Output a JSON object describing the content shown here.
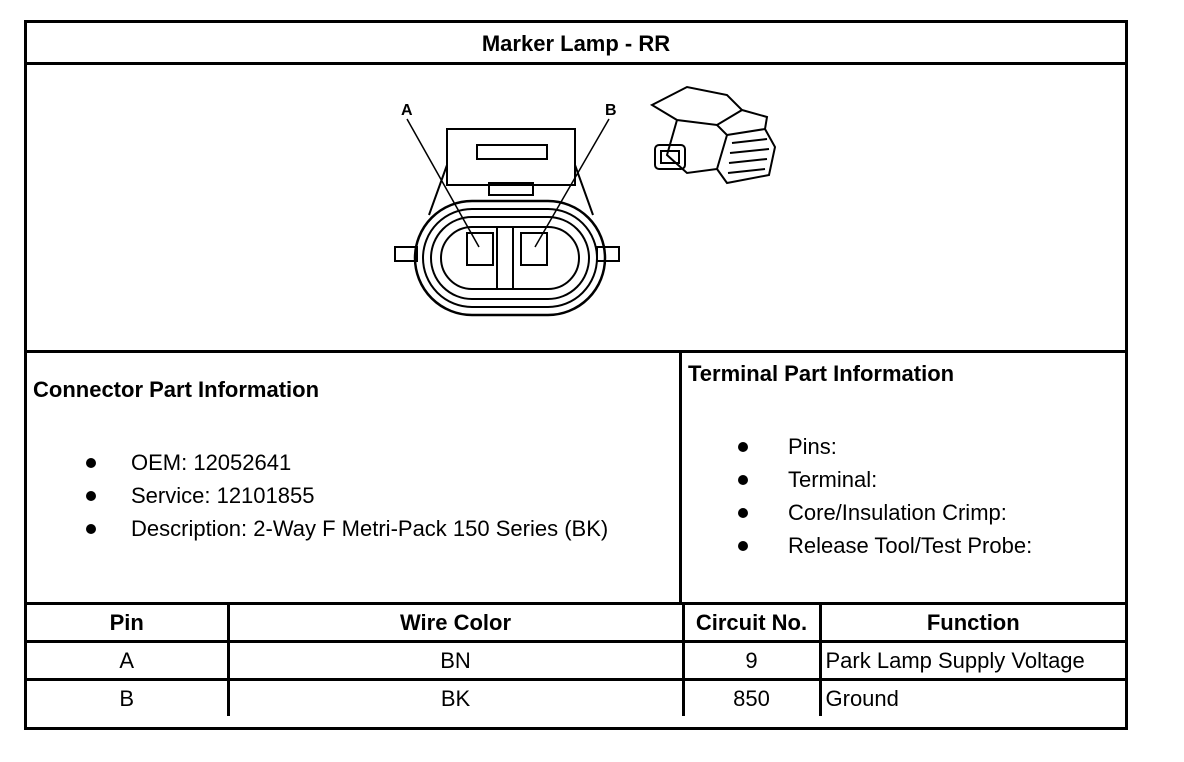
{
  "title": "Marker Lamp - RR",
  "diagram": {
    "label_a": "A",
    "label_b": "B"
  },
  "connector_info": {
    "heading": "Connector Part Information",
    "items": [
      "OEM: 12052641",
      "Service: 12101855",
      "Description: 2-Way F Metri-Pack 150 Series (BK)"
    ]
  },
  "terminal_info": {
    "heading": "Terminal Part Information",
    "items": [
      "Pins:",
      "Terminal:",
      "Core/Insulation Crimp:",
      "Release Tool/Test Probe:"
    ]
  },
  "pin_table": {
    "headers": [
      "Pin",
      "Wire Color",
      "Circuit No.",
      "Function"
    ],
    "rows": [
      [
        "A",
        "BN",
        "9",
        "Park Lamp Supply Voltage"
      ],
      [
        "B",
        "BK",
        "850",
        "Ground"
      ]
    ]
  }
}
